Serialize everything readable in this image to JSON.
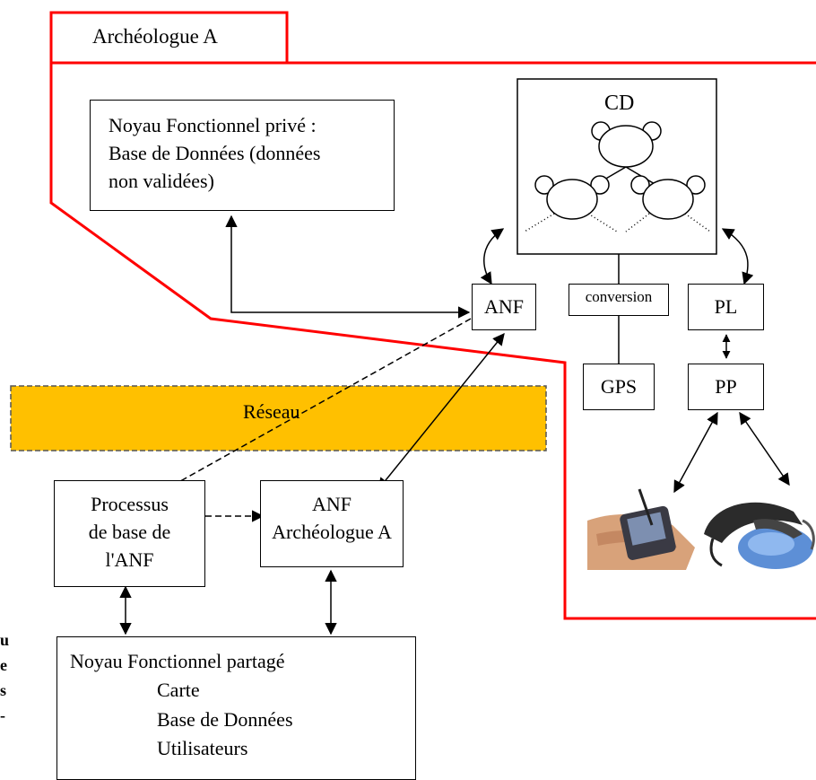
{
  "archeologue_tab": "Archéologue A",
  "private_core": {
    "line1": "Noyau Fonctionnel privé :",
    "line2": "Base de Données (données",
    "line3": "non validées)"
  },
  "cd": {
    "label": "CD"
  },
  "components": {
    "anf": "ANF",
    "conversion": "conversion",
    "pl": "PL",
    "gps": "GPS",
    "pp": "PP"
  },
  "network": "Réseau",
  "process_box": {
    "line1": "Processus",
    "line2": "de base de",
    "line3": "l'ANF"
  },
  "anf_arch_box": {
    "line1": "ANF",
    "line2": "Archéologue A"
  },
  "shared_core": {
    "title": "Noyau Fonctionnel partagé",
    "item1": "Carte",
    "item2": "Base de Données",
    "item3": "Utilisateurs"
  },
  "margin_fragments": [
    "u",
    "e",
    "s",
    "-"
  ],
  "colors": {
    "boundary": "#ff0000",
    "network_fill": "#ffc000",
    "network_border": "#555555",
    "line": "#000000"
  },
  "devices": [
    "pda-device-photo",
    "head-mounted-display-photo"
  ]
}
